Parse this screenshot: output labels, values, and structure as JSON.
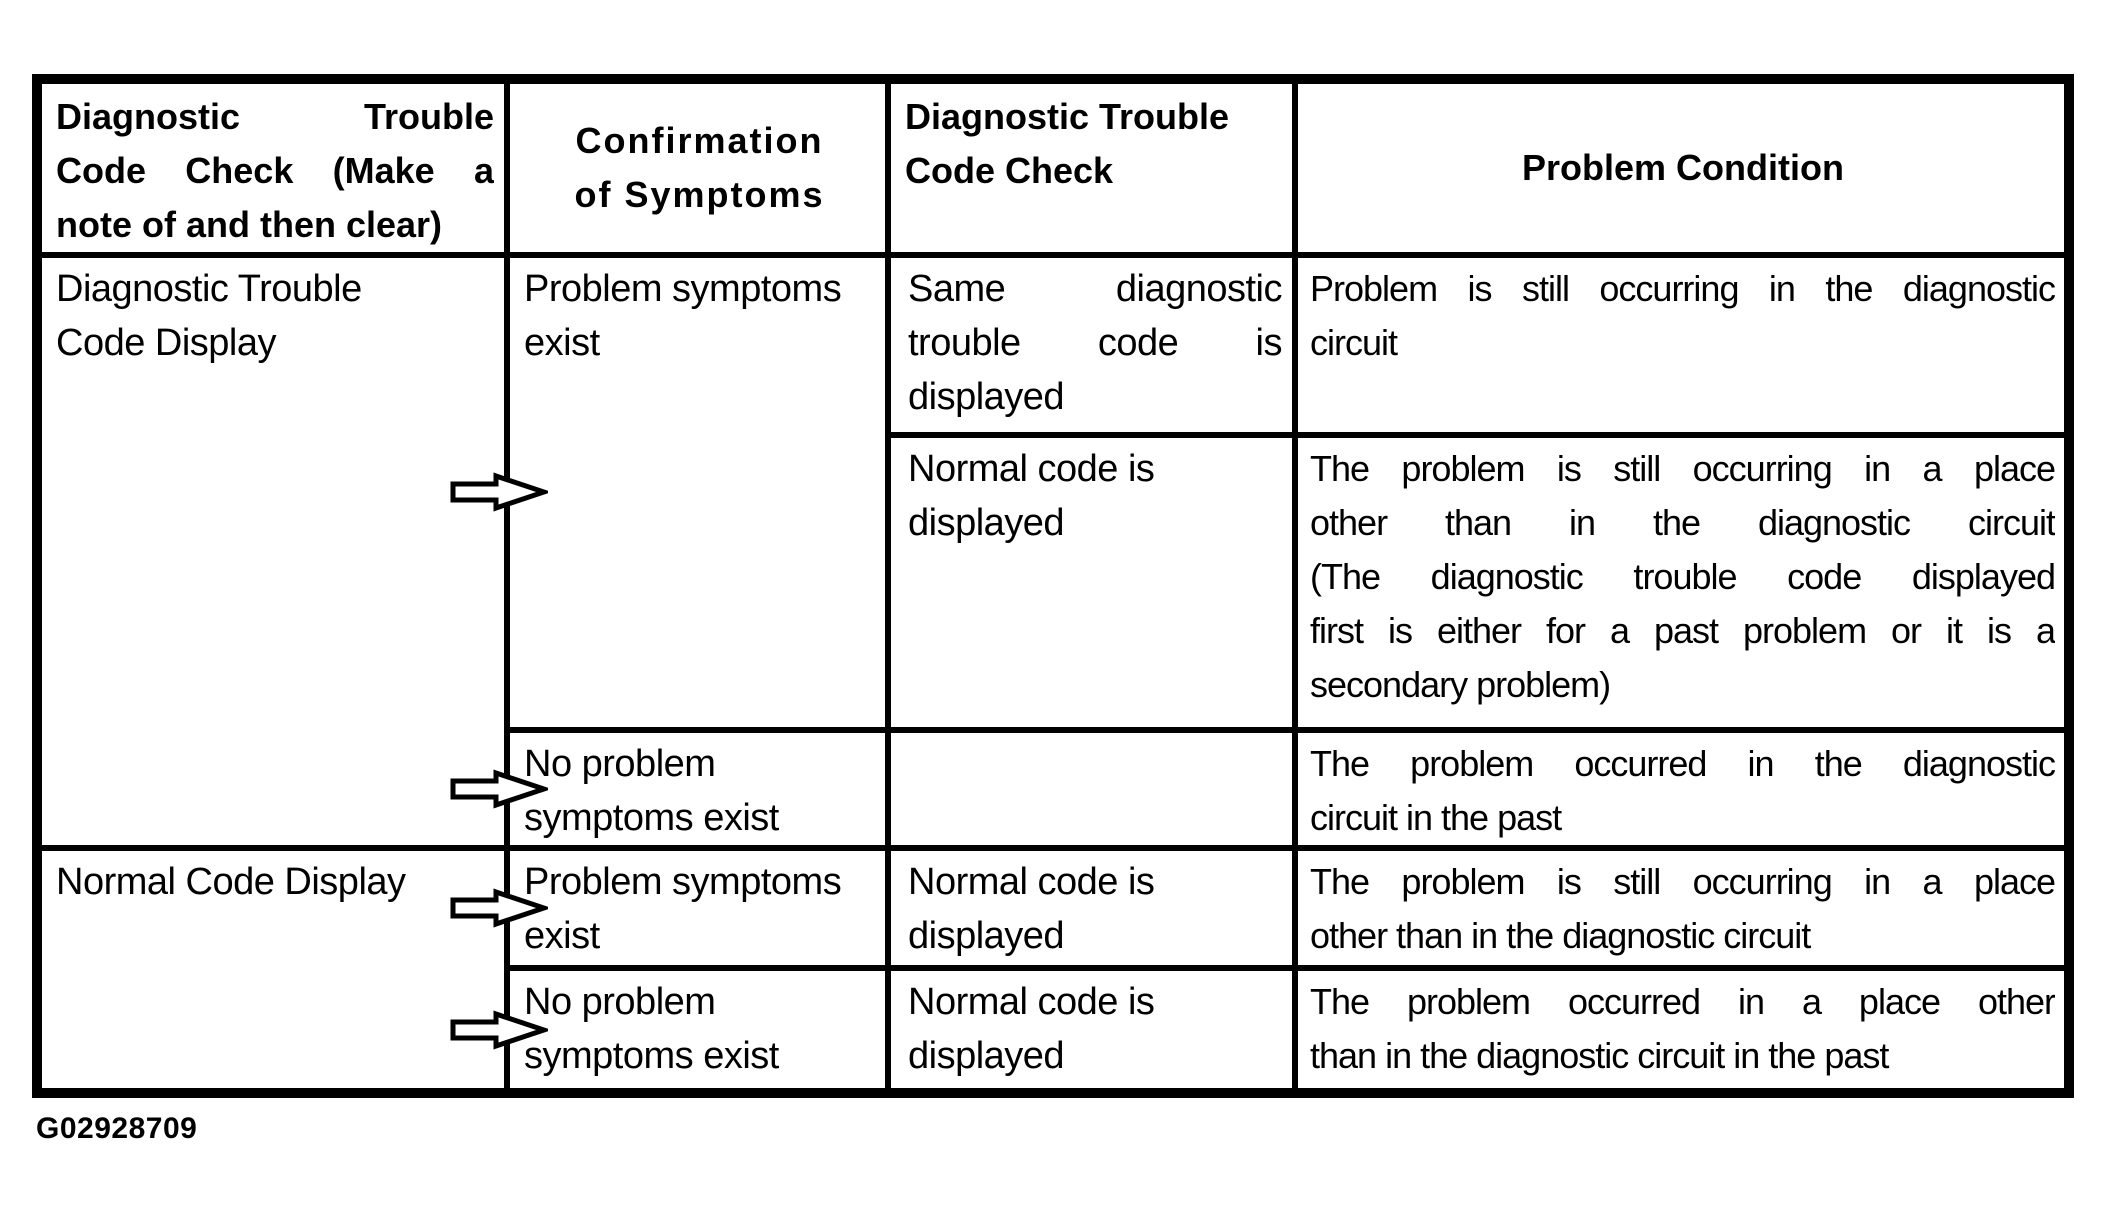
{
  "colors": {
    "background": "#ffffff",
    "border": "#000000",
    "text": "#000000",
    "arrow_fill": "#ffffff",
    "arrow_outline": "#000000"
  },
  "table": {
    "headers": {
      "code_check_note": "Diagnostic Trouble\nCode Check (Make a\nnote of and then clear)",
      "confirmation": "Confirmation\nof Symptoms",
      "code_check": "Diagnostic Trouble\nCode Check",
      "problem_condition": "Problem Condition"
    },
    "col1": {
      "dtc_display": "Diagnostic Trouble\nCode Display",
      "normal_display": "Normal Code Display"
    },
    "col2": {
      "r1": "Problem symptoms\nexist",
      "r3": "No problem\nsymptoms exist",
      "r4": "Problem symptoms\nexist",
      "r5": "No problem\nsymptoms exist"
    },
    "col3": {
      "r1": "Same diagnostic\ntrouble code is\ndisplayed",
      "r2": "Normal code is\ndisplayed",
      "r3": "",
      "r4": "Normal code is\ndisplayed",
      "r5": "Normal code is\ndisplayed"
    },
    "col4": {
      "r1": "Problem is still occurring in the diagnostic\ncircuit",
      "r2": "The problem is still occurring in a place\nother than in the diagnostic circuit\n(The diagnostic trouble code displayed\nfirst is either for a past problem or it is a\nsecondary problem)",
      "r3": "The problem occurred in the diagnostic\ncircuit in the past",
      "r4": "The problem is still occurring in a place\nother than in the diagnostic circuit",
      "r5": "The problem occurred in a place other\nthan in the diagnostic circuit in the past"
    }
  },
  "icons": {
    "arrow": "right-block-arrow",
    "arrow_count": 4
  },
  "caption": "G02928709"
}
